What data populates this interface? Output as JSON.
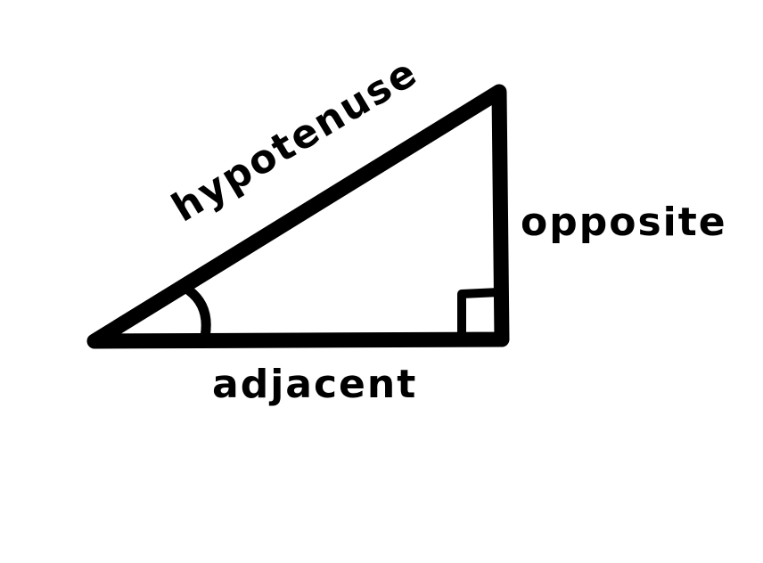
{
  "labels": {
    "hypotenuse": "hypotenuse",
    "opposite": "opposite",
    "adjacent": "adjacent"
  },
  "colors": {
    "stroke": "#000000",
    "background": "#ffffff"
  }
}
